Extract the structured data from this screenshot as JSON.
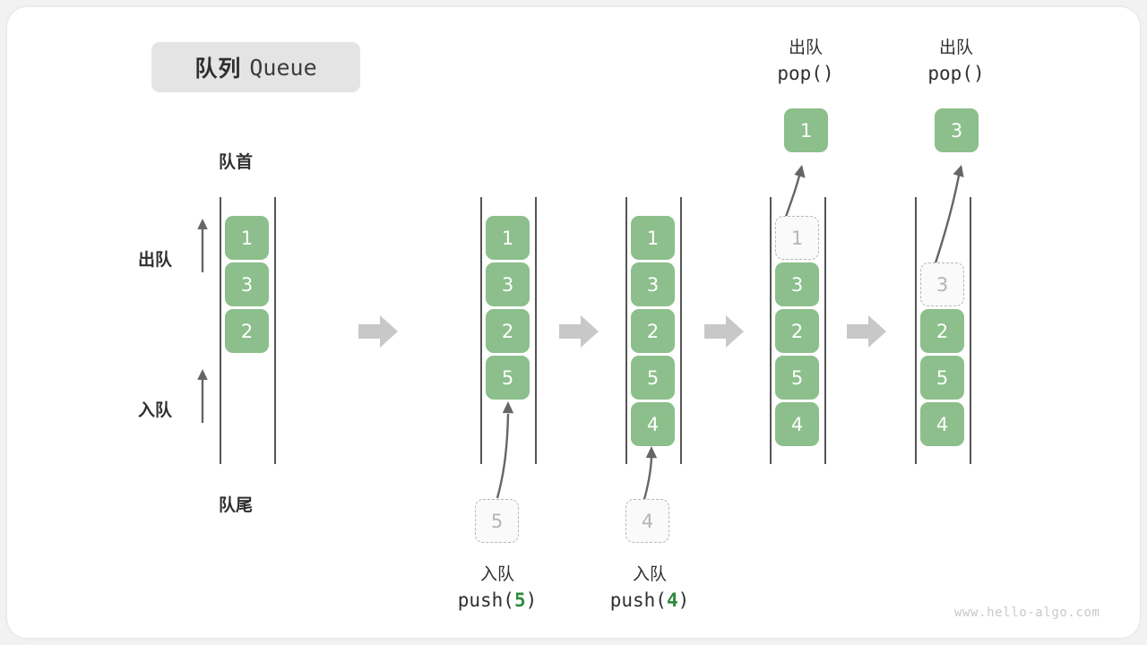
{
  "title": {
    "cn": "队列",
    "en": "Queue"
  },
  "labels": {
    "front": "队首",
    "rear": "队尾",
    "dequeue": "出队",
    "enqueue": "入队"
  },
  "watermark": "www.hello-algo.com",
  "colors": {
    "cell_fill": "#8cbf8b",
    "cell_text": "#ffffff",
    "ghost_border": "#b8b8b8",
    "ghost_text": "#b4b4b4",
    "rail": "#555555",
    "arrow": "#666666",
    "step_arrow": "#c8c8c8",
    "accent_number": "#2e8b3d",
    "chip_bg": "#e4e4e4",
    "watermark": "#c9c9c9"
  },
  "columns": [
    {
      "name": "initial",
      "cells": [
        {
          "value": "1",
          "state": "filled"
        },
        {
          "value": "3",
          "state": "filled"
        },
        {
          "value": "2",
          "state": "filled"
        }
      ]
    },
    {
      "name": "after-push-5",
      "cells": [
        {
          "value": "1",
          "state": "filled"
        },
        {
          "value": "3",
          "state": "filled"
        },
        {
          "value": "2",
          "state": "filled"
        },
        {
          "value": "5",
          "state": "filled"
        }
      ],
      "incoming": {
        "value": "5",
        "state": "ghost"
      },
      "caption": {
        "cn": "入队",
        "code_prefix": "push(",
        "code_number": "5",
        "code_suffix": ")"
      }
    },
    {
      "name": "after-push-4",
      "cells": [
        {
          "value": "1",
          "state": "filled"
        },
        {
          "value": "3",
          "state": "filled"
        },
        {
          "value": "2",
          "state": "filled"
        },
        {
          "value": "5",
          "state": "filled"
        },
        {
          "value": "4",
          "state": "filled"
        }
      ],
      "incoming": {
        "value": "4",
        "state": "ghost"
      },
      "caption": {
        "cn": "入队",
        "code_prefix": "push(",
        "code_number": "4",
        "code_suffix": ")"
      }
    },
    {
      "name": "after-pop-1",
      "cells": [
        {
          "value": "1",
          "state": "ghost"
        },
        {
          "value": "3",
          "state": "filled"
        },
        {
          "value": "2",
          "state": "filled"
        },
        {
          "value": "5",
          "state": "filled"
        },
        {
          "value": "4",
          "state": "filled"
        }
      ],
      "popped": {
        "value": "1",
        "state": "filled"
      },
      "caption": {
        "cn": "出队",
        "code": "pop()"
      }
    },
    {
      "name": "after-pop-3",
      "cells": [
        {
          "value": "3",
          "state": "ghost"
        },
        {
          "value": "2",
          "state": "filled"
        },
        {
          "value": "5",
          "state": "filled"
        },
        {
          "value": "4",
          "state": "filled"
        }
      ],
      "popped": {
        "value": "3",
        "state": "filled"
      },
      "caption": {
        "cn": "出队",
        "code": "pop()"
      }
    }
  ]
}
